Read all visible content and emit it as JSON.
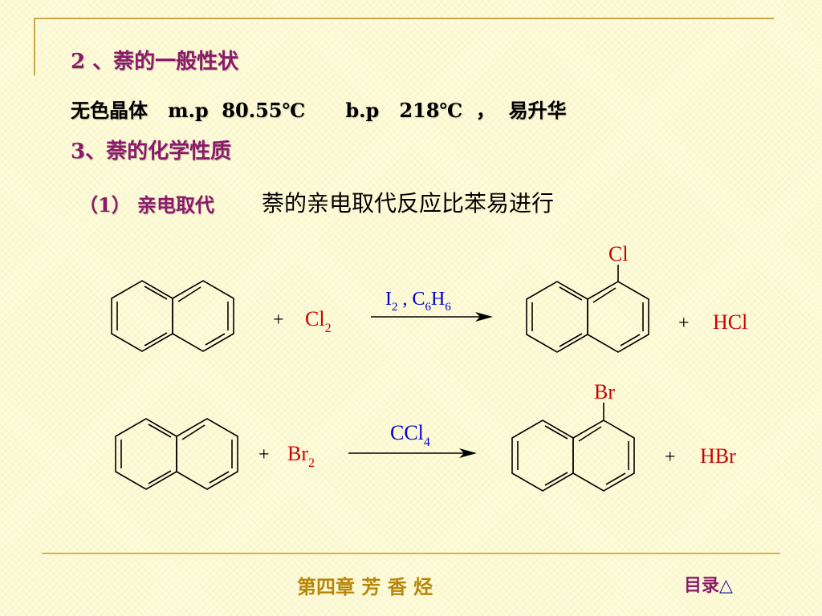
{
  "section2": {
    "title": "2 、萘的一般性状"
  },
  "properties": {
    "text": "无色晶体   m.p  80.55℃      b.p   218℃  ，  易升华"
  },
  "section3": {
    "title": "3、萘的化学性质"
  },
  "subsection": {
    "label": "（1） 亲电取代",
    "text": "萘的亲电取代反应比苯易进行"
  },
  "reaction1": {
    "plus1": "+",
    "reagent": "Cl",
    "reagent_sub": "2",
    "condition_parts": [
      "I",
      "2",
      " , C",
      "6",
      "H",
      "6"
    ],
    "substituent": "Cl",
    "plus2": "+",
    "byproduct": "HCl"
  },
  "reaction2": {
    "plus1": "+",
    "reagent": "Br",
    "reagent_sub": "2",
    "condition": "CCl",
    "condition_sub": "4",
    "substituent": "Br",
    "plus2": "+",
    "byproduct": "HBr"
  },
  "footer": {
    "chapter": "第四章  芳  香  烃",
    "toc": "目录",
    "toc_icon": "△"
  },
  "colors": {
    "heading": "#8b1a6a",
    "reagent": "#cc0000",
    "condition": "#0000cc",
    "footer": "#b8860b"
  }
}
